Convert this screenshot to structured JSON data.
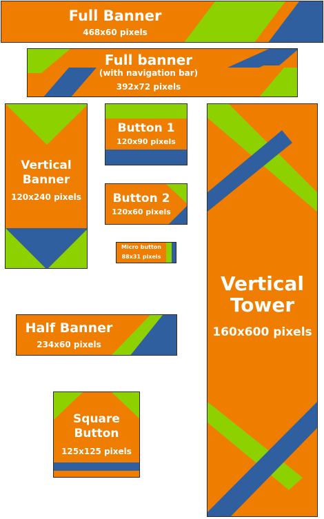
{
  "colors": {
    "orange": "#ef7d00",
    "green": "#8dd100",
    "blue": "#2f5f9e",
    "border": "#2b2b2b",
    "text": "#ffffff"
  },
  "banners": {
    "full": {
      "title": "Full Banner",
      "size": "468x60 pixels"
    },
    "full_nav": {
      "title": "Full banner",
      "subtitle": "(with navigation bar)",
      "size": "392x72 pixels"
    },
    "vertical": {
      "title_line1": "Vertical",
      "title_line2": "Banner",
      "size": "120x240 pixels"
    },
    "button1": {
      "title": "Button 1",
      "size": "120x90 pixels"
    },
    "button2": {
      "title": "Button 2",
      "size": "120x60 pixels"
    },
    "micro": {
      "title": "Micro button",
      "size": "88x31 pixels"
    },
    "tower": {
      "title_line1": "Vertical",
      "title_line2": "Tower",
      "size": "160x600 pixels"
    },
    "half": {
      "title": "Half Banner",
      "size": "234x60 pixels"
    },
    "square": {
      "title_line1": "Square",
      "title_line2": "Button",
      "size": "125x125 pixels"
    }
  }
}
